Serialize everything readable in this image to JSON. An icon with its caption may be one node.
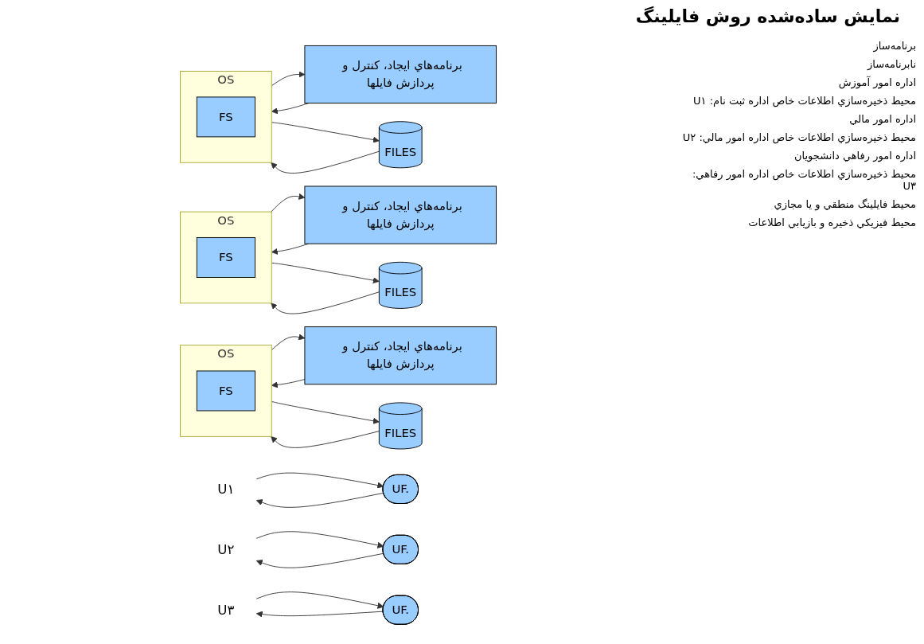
{
  "diagram": {
    "title": "نمايش ساده‌شده روش فايلينگ",
    "nodes": [
      {
        "text": [
          "U۱"
        ]
      },
      {
        "text": [
          "UF."
        ]
      },
      {
        "text": [
          "برنامه‌هاي ايجاد، كنترل و پردازش فايلها"
        ]
      },
      {
        "text": [
          "OS"
        ]
      },
      {
        "text": [
          "FS"
        ],
        "in": 3
      },
      {
        "text": [
          "FILES"
        ]
      },
      {
        "text": [
          "U۲"
        ]
      },
      {
        "text": [
          "UF."
        ]
      },
      {
        "text": [
          "برنامه‌هاي ايجاد، كنترل و پردازش فايلها"
        ]
      },
      {
        "text": [
          "OS"
        ]
      },
      {
        "text": [
          "FS"
        ],
        "in": 9
      },
      {
        "text": [
          "FILES"
        ]
      },
      {
        "text": [
          "U۳"
        ]
      },
      {
        "text": [
          "UF."
        ]
      },
      {
        "text": [
          "برنامه‌هاي ايجاد، كنترل و پردازش فايلها"
        ]
      },
      {
        "text": [
          "OS"
        ]
      },
      {
        "text": [
          "FS"
        ],
        "in": 15
      },
      {
        "text": [
          "FILES"
        ]
      }
    ],
    "edges": [
      {
        "from": 1,
        "to": 0,
        "arrow": "to"
      },
      {
        "from": 0,
        "to": 1,
        "arrow": "to"
      },
      {
        "from": 2,
        "to": 3,
        "arrow": "to"
      },
      {
        "from": 3,
        "to": 2,
        "arrow": "to"
      },
      {
        "from": 3,
        "to": 5,
        "arrow": "to"
      },
      {
        "from": 5,
        "to": 3,
        "arrow": "to"
      },
      {
        "from": 7,
        "to": 6,
        "arrow": "to"
      },
      {
        "from": 6,
        "to": 7,
        "arrow": "to"
      },
      {
        "from": 8,
        "to": 9,
        "arrow": "to"
      },
      {
        "from": 9,
        "to": 8,
        "arrow": "to"
      },
      {
        "from": 9,
        "to": 11,
        "arrow": "to"
      },
      {
        "from": 11,
        "to": 9,
        "arrow": "to"
      },
      {
        "from": 13,
        "to": 12,
        "arrow": "to"
      },
      {
        "from": 12,
        "to": 13,
        "arrow": "to"
      },
      {
        "from": 14,
        "to": 15,
        "arrow": "to"
      },
      {
        "from": 15,
        "to": 14,
        "arrow": "to"
      },
      {
        "from": 15,
        "to": 17,
        "arrow": "to"
      },
      {
        "from": 17,
        "to": 15,
        "arrow": "to"
      }
    ],
    "labels": [
      "برنامه‌ساز",
      "نابرنامه‌ساز",
      "اداره امور آموزش",
      "محيط ذخيره‌سازي اطلاعات خاص اداره ثبت نام: U۱",
      "اداره امور مالي",
      "محيط ذخيره‌سازي اطلاعات خاص اداره امور مالي: U۲",
      "اداره امور رفاهي دانشجويان",
      "محيط ذخيره‌سازي اطلاعات خاص اداره امور رفاهي: U۳",
      "محيط فايلينگ منطقي و يا مجازي",
      "محيط فيزيكي ذخيره و بازيابي اطلاعات"
    ]
  }
}
